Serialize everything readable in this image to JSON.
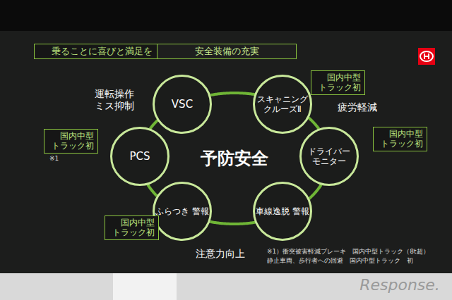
{
  "diagram": {
    "nodes": [
      {
        "text": [
          "乗ることに喜びと満足を"
        ]
      },
      {
        "text": [
          "安全装備の充実"
        ]
      },
      {
        "text": [
          "VSC"
        ]
      },
      {
        "text": [
          "スキャニング クルーズⅡ"
        ]
      },
      {
        "text": [
          "ドライバー モニター"
        ]
      },
      {
        "text": [
          "車線逸脱 警報"
        ]
      },
      {
        "text": [
          "ふらつき 警報"
        ]
      },
      {
        "text": [
          "PCS"
        ]
      },
      {
        "text": [
          "国内中型 トラック初"
        ]
      },
      {
        "text": [
          "国内中型 トラック初"
        ]
      },
      {
        "text": [
          "国内中型 トラック初"
        ]
      },
      {
        "text": [
          "国内中型 トラック初"
        ]
      }
    ],
    "edges": [
      {
        "from": 2,
        "to": 3,
        "arrow": "none"
      },
      {
        "from": 3,
        "to": 4,
        "arrow": "none"
      },
      {
        "from": 4,
        "to": 5,
        "arrow": "none"
      },
      {
        "from": 5,
        "to": 6,
        "arrow": "none"
      },
      {
        "from": 6,
        "to": 7,
        "arrow": "none"
      },
      {
        "from": 7,
        "to": 2,
        "arrow": "none"
      }
    ],
    "labels": [
      "予防安全",
      "運転操作 ミス抑制",
      "疲労軽減",
      "注意力向上",
      "※1",
      "※1）衝突被害軽減ブレーキ　国内中型トラック（8t超）",
      "静止車両、歩行者への回避　国内中型トラック　初",
      "Response."
    ]
  }
}
